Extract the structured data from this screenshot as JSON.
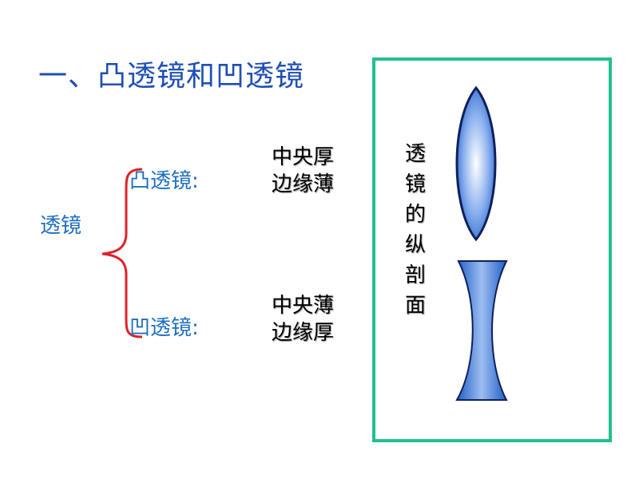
{
  "slide": {
    "title": "一、凸透镜和凹透镜",
    "lens_word": "透镜",
    "convex": {
      "label": "凸透镜:",
      "feature_line1": "中央厚",
      "feature_line2": "边缘薄"
    },
    "concave": {
      "label": "凹透镜:",
      "feature_line1": "中央薄",
      "feature_line2": "边缘厚"
    },
    "vertical_text": [
      "透",
      "镜",
      "的",
      "纵",
      "剖",
      "面"
    ]
  },
  "colors": {
    "title": "#1f4fb4",
    "label": "#1e6fc2",
    "brace": "#e0202a",
    "frame": "#20c090",
    "lens_dark": "#1f5fc8",
    "lens_light": "#ffffff"
  },
  "icons": {
    "brace": "curly-brace",
    "convex_lens": "convex-lens-cross-section",
    "concave_lens": "concave-lens-cross-section"
  }
}
